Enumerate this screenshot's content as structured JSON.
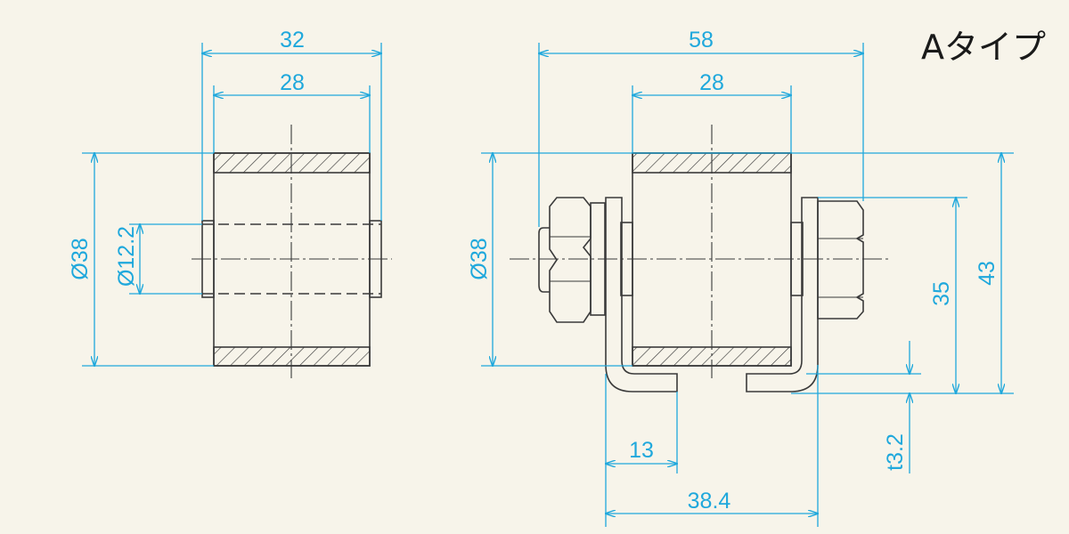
{
  "title": "Aタイプ",
  "colors": {
    "background": "#f7f4ea",
    "outline": "#3a3a3a",
    "dimension": "#1fa8dc",
    "hatch": "#3a3a3a"
  },
  "side_view": {
    "dims": {
      "overall_width": "32",
      "body_width": "28",
      "outer_diameter": "Ø38",
      "bore_diameter": "Ø12.2"
    }
  },
  "front_view": {
    "dims": {
      "overall_width": "58",
      "body_width": "28",
      "outer_diameter": "Ø38",
      "height_total": "43",
      "height_axis": "35",
      "flange_width": "13",
      "bracket_span": "38.4",
      "thickness": "t3.2"
    }
  }
}
